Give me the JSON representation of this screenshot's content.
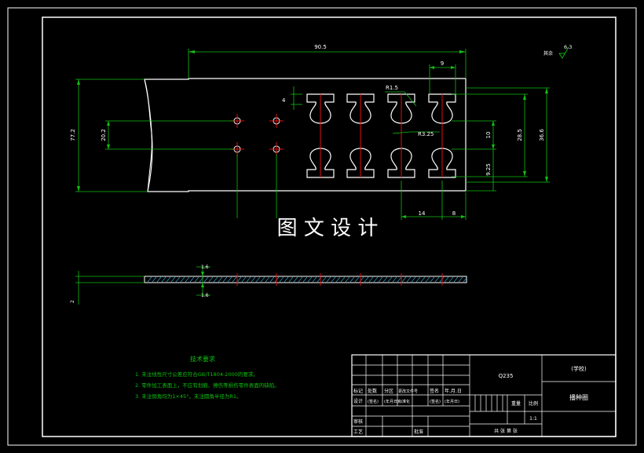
{
  "watermark": "图 文 设 计",
  "roughness": {
    "label": "其余",
    "value": "6.3"
  },
  "dimensions": {
    "overall_length": "90.5",
    "pitch": "9",
    "radius_small": "R1.5",
    "radius_large": "R3.25",
    "gap_top": "4",
    "height_left": "77.2",
    "hole_spacing": "20.2",
    "inner_height": "10",
    "height_right_1": "28.5",
    "height_right_2": "36.6",
    "offset_bottom": "9.25",
    "bottom_14": "14",
    "bottom_8": "8",
    "thickness_1": "1.6",
    "thickness_2": "1.6",
    "side_2": "2"
  },
  "tech_requirements": {
    "title": "技术要求",
    "items": [
      "1. 未注线性尺寸公差应符合GB/T1804-2000的要求。",
      "2. 零件加工表面上，不应有划痕、擦伤等损伤零件表面的缺陷。",
      "3. 未注倒角均为1×45°，未注圆角半径为R1。"
    ]
  },
  "title_block": {
    "material": "Q235",
    "school": "(学校)",
    "drawing_name": "播种圈",
    "row_header": [
      "标记",
      "处数",
      "分区",
      "更改文件号",
      "签名",
      "年.月.日"
    ],
    "design_row": [
      "设计",
      "(签名)",
      "(年月日)",
      "标准化",
      "(签名)",
      "(年月日)"
    ],
    "review": "审核",
    "process": "工艺",
    "approve": "批准",
    "weight_label": "重量",
    "scale_label": "比例",
    "scale": "1:1",
    "sheet": "共  张  第  张"
  }
}
